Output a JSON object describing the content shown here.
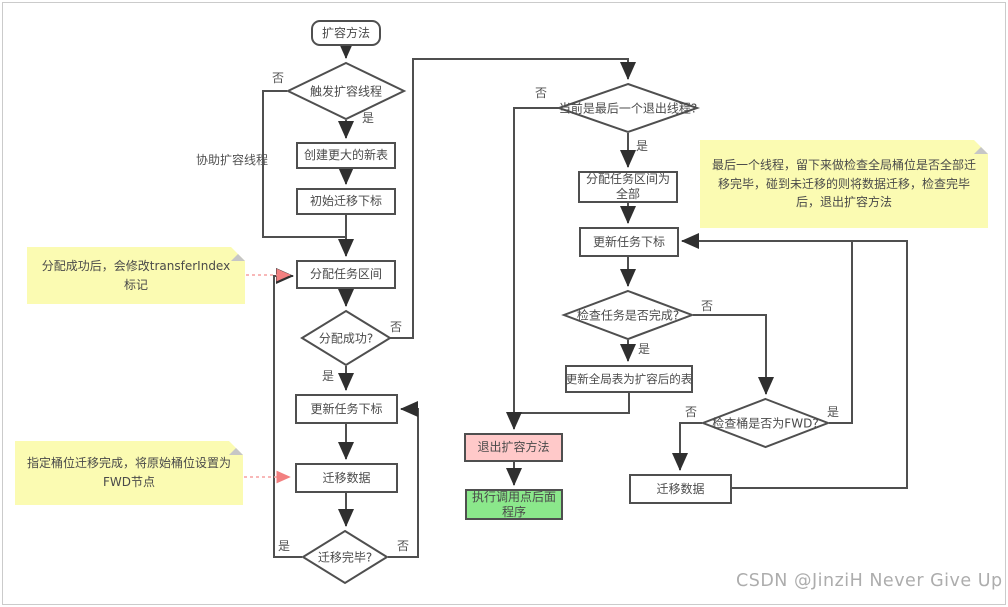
{
  "nodes": {
    "start": "扩容方法",
    "d_trigger": "触发扩容线程",
    "p_create_table": "创建更大的新表",
    "p_init_index": "初始迁移下标",
    "p_assign_interval": "分配任务区间",
    "d_assign_ok": "分配成功?",
    "p_update_index": "更新任务下标",
    "p_migrate_data": "迁移数据",
    "d_migrate_done": "迁移完毕?",
    "d_last_thread": "当前是最后一个退出线程?",
    "p_assign_all": "分配任务区间为全部",
    "p_update_index2": "更新任务下标",
    "d_task_done": "检查任务是否完成?",
    "p_update_global_table": "更新全局表为扩容后的表",
    "d_check_fwd": "检查桶是否为FWD?",
    "p_migrate_data2": "迁移数据",
    "exit_method": "退出扩容方法",
    "continue_program": "执行调用点后面程序"
  },
  "labels": {
    "yes": "是",
    "no": "否",
    "assist_thread": "协助扩容线程"
  },
  "notes": {
    "transfer_index": "分配成功后，会修改transferIndex标记",
    "fwd_node": "指定桶位迁移完成，将原始桶位设置为FWD节点",
    "last_thread": "最后一个线程，留下来做检查全局桶位是否全部迁移完毕，碰到未迁移的则将数据迁移，检查完毕后，退出扩容方法"
  },
  "watermark": "CSDN @JinziH Never Give Up",
  "colors": {
    "line": "#4f4f4f",
    "arrow": "#2f2f2f",
    "note_bg": "#fbfbb2",
    "exit_bg": "#ffc9c9",
    "continue_bg": "#8be88b",
    "annotation_arrow": "#f28080"
  }
}
